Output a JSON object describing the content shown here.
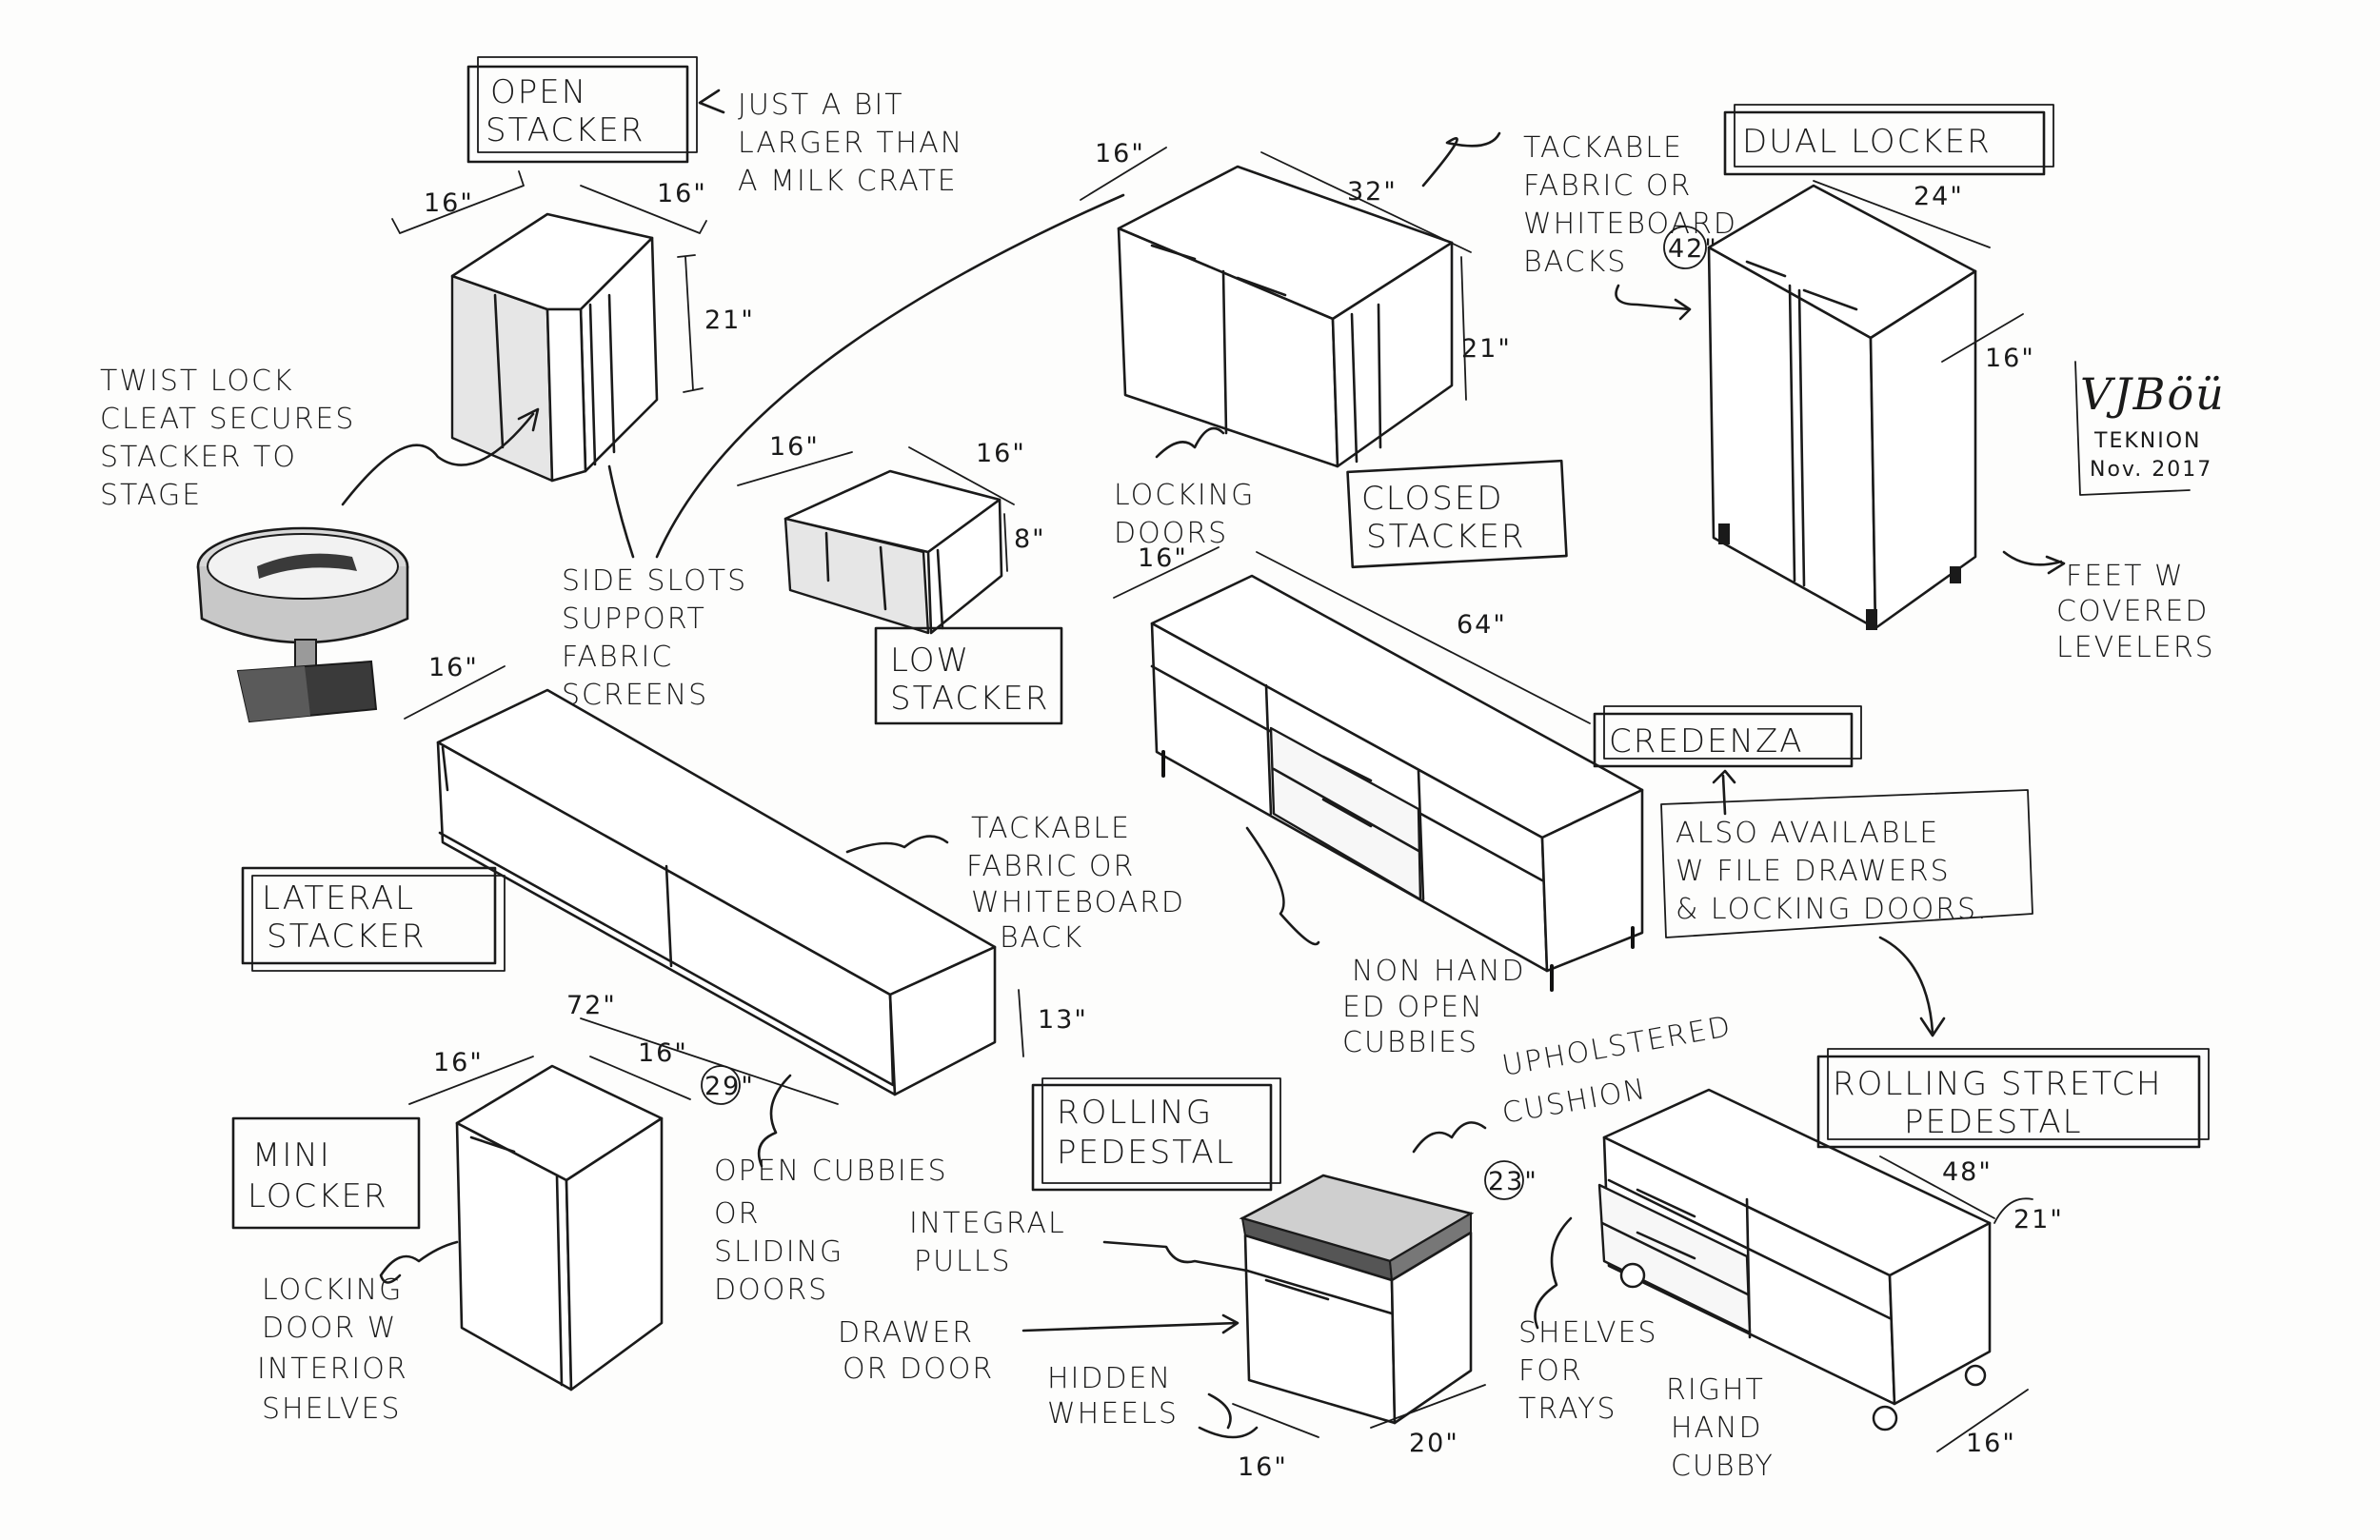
{
  "labels": {
    "open_stacker": [
      "OPEN",
      "STACKER"
    ],
    "closed_stacker": [
      "CLOSED",
      "STACKER"
    ],
    "dual_locker": "DUAL LOCKER",
    "low_stacker": [
      "LOW",
      "STACKER"
    ],
    "credenza": "CREDENZA",
    "lateral_stacker": [
      "LATERAL",
      "STACKER"
    ],
    "mini_locker": [
      "MINI",
      "LOCKER"
    ],
    "rolling_pedestal": [
      "ROLLING",
      "PEDESTAL"
    ],
    "rolling_stretch_pedestal": [
      "ROLLING STRETCH",
      "PEDESTAL"
    ]
  },
  "notes": {
    "milk_crate": [
      "JUST A BIT",
      "LARGER THAN",
      "A MILK CRATE"
    ],
    "twist_lock": [
      "TWIST LOCK",
      "CLEAT SECURES",
      "STACKER TO",
      "STAGE"
    ],
    "side_slots": [
      "SIDE SLOTS",
      "SUPPORT",
      "FABRIC",
      "SCREENS"
    ],
    "tackable_top": [
      "TACKABLE",
      "FABRIC OR",
      "WHITEBOARD",
      "BACKS"
    ],
    "locking_doors": [
      "LOCKING",
      "DOORS"
    ],
    "feet": [
      "FEET W",
      "COVERED",
      "LEVELERS"
    ],
    "tackable_lateral": [
      "TACKABLE",
      "FABRIC OR",
      "WHITEBOARD",
      "BACK"
    ],
    "also_available": [
      "ALSO AVAILABLE",
      "W FILE DRAWERS",
      "& LOCKING DOORS."
    ],
    "non_handed": [
      "NON HAND",
      "ED OPEN",
      "CUBBIES"
    ],
    "open_cubbies": [
      "OPEN CUBBIES",
      "OR",
      "SLIDING",
      "DOORS"
    ],
    "integral_pulls": [
      "INTEGRAL",
      "PULLS"
    ],
    "drawer_or_door": [
      "DRAWER",
      "OR DOOR"
    ],
    "hidden_wheels": [
      "HIDDEN",
      "WHEELS"
    ],
    "locking_door_interior": [
      "LOCKING",
      "DOOR W",
      "INTERIOR",
      "SHELVES"
    ],
    "upholstered": [
      "UPHOLSTERED",
      "CUSHION"
    ],
    "shelves_trays": [
      "SHELVES",
      "FOR",
      "TRAYS"
    ],
    "right_hand": [
      "RIGHT",
      "HAND",
      "CUBBY"
    ]
  },
  "dimensions": {
    "open_w": "16\"",
    "open_d": "16\"",
    "open_h": "21\"",
    "closed_d": "16\"",
    "closed_w": "32\"",
    "closed_h": "21\"",
    "dual_w": "24\"",
    "dual_h": "42\"",
    "dual_d": "16\"",
    "low_w": "16\"",
    "low_d": "16\"",
    "low_h": "8\"",
    "cred_d": "16\"",
    "cred_w": "64\"",
    "lat_d": "16\"",
    "lat_w": "72\"",
    "lat_h": "13\"",
    "mini_w": "16\"",
    "mini_d": "16\"",
    "mini_h": "29\"",
    "ped_h": "23\"",
    "ped_w": "20\"",
    "ped_d": "16\"",
    "str_w": "48\"",
    "str_h": "21\"",
    "str_d": "16\""
  },
  "signature": {
    "mark": "VJBöü",
    "company": "TEKNION",
    "date": "Nov. 2017"
  }
}
